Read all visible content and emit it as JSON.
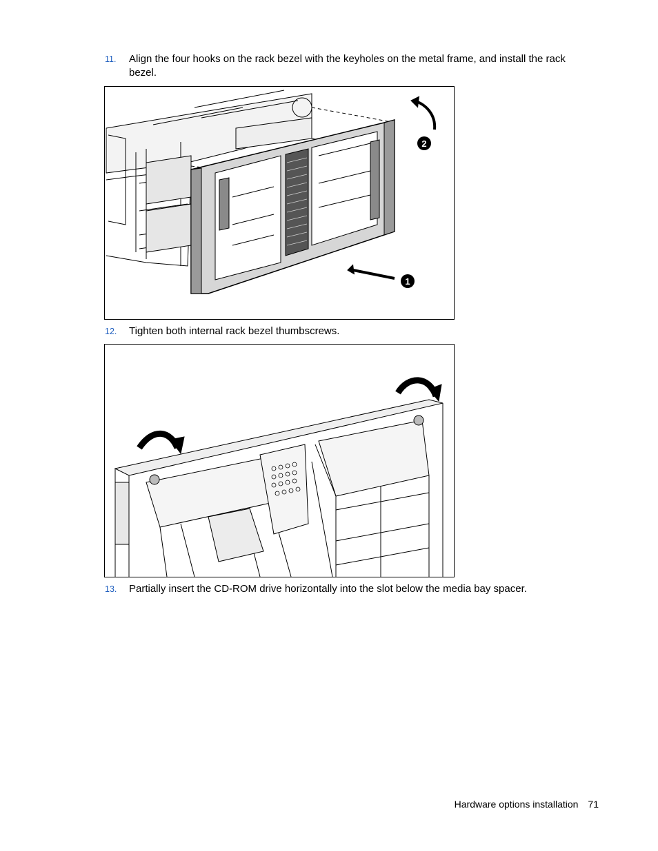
{
  "steps": [
    {
      "number": "11.",
      "text": "Align the four hooks on the rack bezel with the keyholes on the metal frame, and install the rack bezel."
    },
    {
      "number": "12.",
      "text": "Tighten both internal rack bezel thumbscrews."
    },
    {
      "number": "13.",
      "text": "Partially insert the CD-ROM drive horizontally into the slot below the media bay spacer."
    }
  ],
  "figure1": {
    "callouts": [
      "1",
      "2"
    ]
  },
  "footer": {
    "section": "Hardware options installation",
    "page": "71"
  },
  "colors": {
    "step_number": "#1f5fbf"
  }
}
